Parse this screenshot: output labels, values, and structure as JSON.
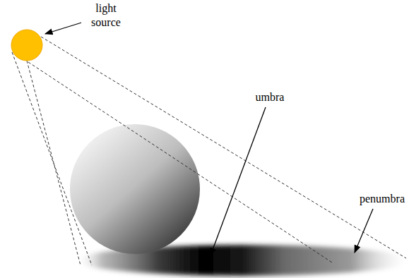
{
  "diagram": {
    "labels": [
      "light source",
      "umbra",
      "penumbra"
    ]
  }
}
